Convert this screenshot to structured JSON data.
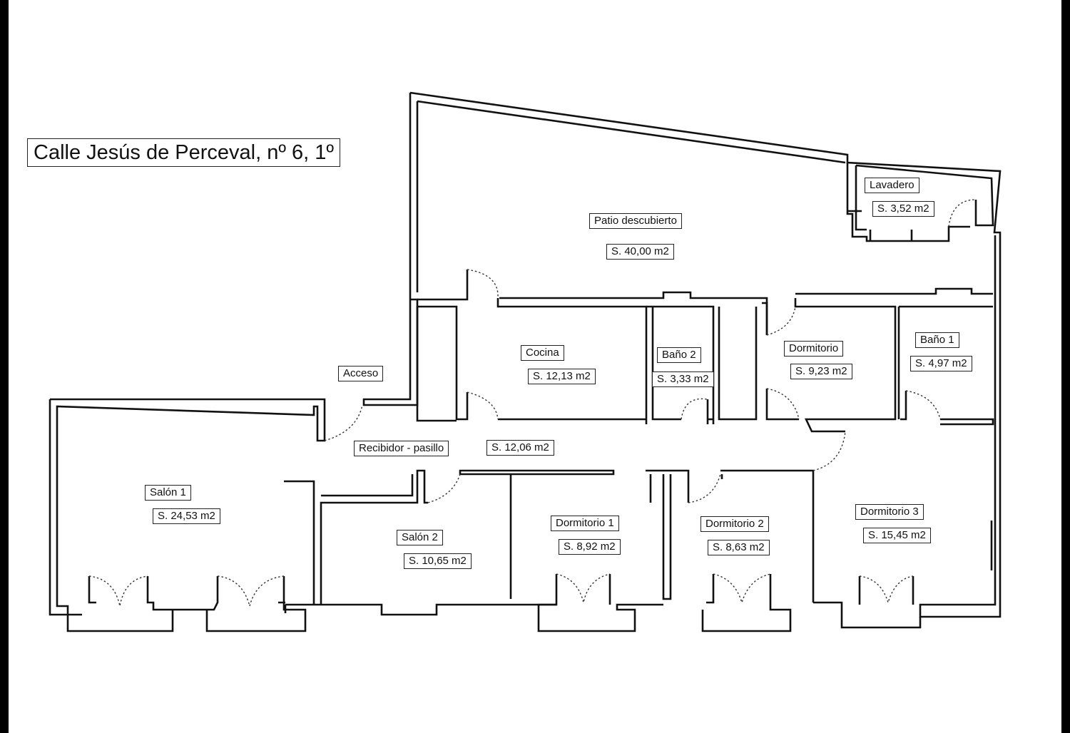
{
  "title": "Calle Jesús de Perceval, nº 6, 1º",
  "rooms": {
    "patio": {
      "name": "Patio descubierto",
      "area": "S. 40,00 m2"
    },
    "lavadero": {
      "name": "Lavadero",
      "area": "S. 3,52 m2"
    },
    "cocina": {
      "name": "Cocina",
      "area": "S. 12,13 m2"
    },
    "bano2": {
      "name": "Baño 2",
      "area": "S. 3,33 m2"
    },
    "dormitorio": {
      "name": "Dormitorio",
      "area": "S. 9,23 m2"
    },
    "bano1": {
      "name": "Baño 1",
      "area": "S. 4,97 m2"
    },
    "acceso": {
      "name": "Acceso"
    },
    "recibidor": {
      "name": "Recibidor - pasillo",
      "area": "S. 12,06 m2"
    },
    "salon1": {
      "name": "Salón 1",
      "area": "S. 24,53 m2"
    },
    "salon2": {
      "name": "Salón 2",
      "area": "S. 10,65 m2"
    },
    "dormitorio1": {
      "name": "Dormitorio 1",
      "area": "S. 8,92 m2"
    },
    "dormitorio2": {
      "name": "Dormitorio 2",
      "area": "S. 8,63 m2"
    },
    "dormitorio3": {
      "name": "Dormitorio 3",
      "area": "S. 15,45 m2"
    }
  }
}
